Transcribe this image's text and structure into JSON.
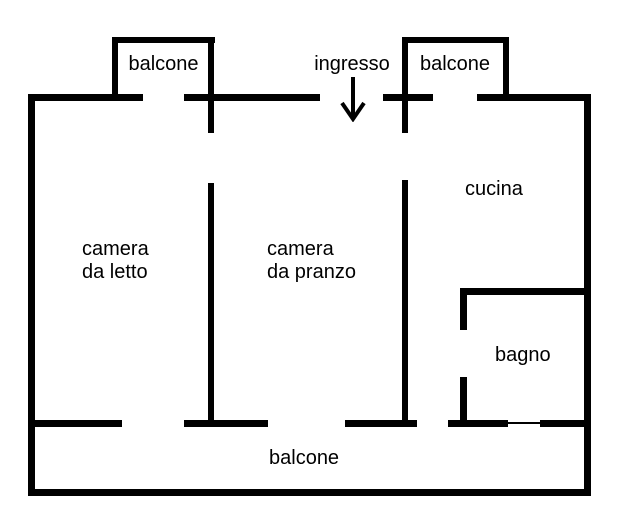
{
  "colors": {
    "wall": "#000000",
    "text": "#000000",
    "background": "#ffffff"
  },
  "labels": {
    "balcony_top_left": "balcone",
    "entrance": "ingresso",
    "balcony_top_right": "balcone",
    "kitchen": "cucina",
    "bedroom": "camera\nda letto",
    "dining_room": "camera\nda pranzo",
    "bathroom": "bagno",
    "balcony_bottom": "balcone"
  },
  "icons": {
    "entrance_arrow": "down-arrow"
  }
}
